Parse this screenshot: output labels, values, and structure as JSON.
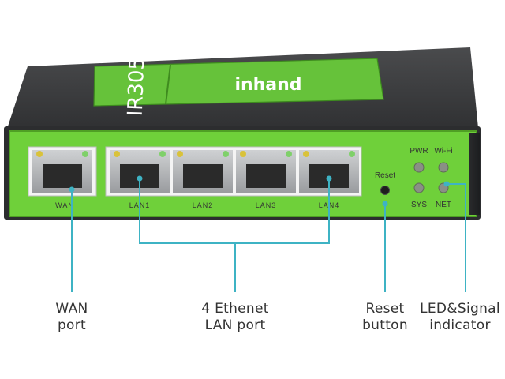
{
  "device": {
    "model": "IR305",
    "brand": "inhand",
    "body_color": "#3a3b3d",
    "panel_color": "#6fd03a",
    "panel_edge_color": "#4f9f24"
  },
  "ports": [
    {
      "label": "WAN"
    },
    {
      "label": "LAN1"
    },
    {
      "label": "LAN2"
    },
    {
      "label": "LAN3"
    },
    {
      "label": "LAN4"
    }
  ],
  "reset": {
    "label": "Reset"
  },
  "leds": [
    {
      "label": "PWR"
    },
    {
      "label": "Wi-Fi"
    },
    {
      "label": "SYS"
    },
    {
      "label": "NET"
    }
  ],
  "callouts": {
    "wan": {
      "line1": "WAN",
      "line2": "port"
    },
    "lan": {
      "line1": "4 Ethenet",
      "line2": "LAN port"
    },
    "reset": {
      "line1": "Reset",
      "line2": "button"
    },
    "led": {
      "line1": "LED&Signal",
      "line2": "indicator"
    }
  },
  "colors": {
    "leader_line": "#3eb3c4",
    "led_yellow": "#d9c23a",
    "led_green": "#7fd06a",
    "label_text": "#333333"
  }
}
